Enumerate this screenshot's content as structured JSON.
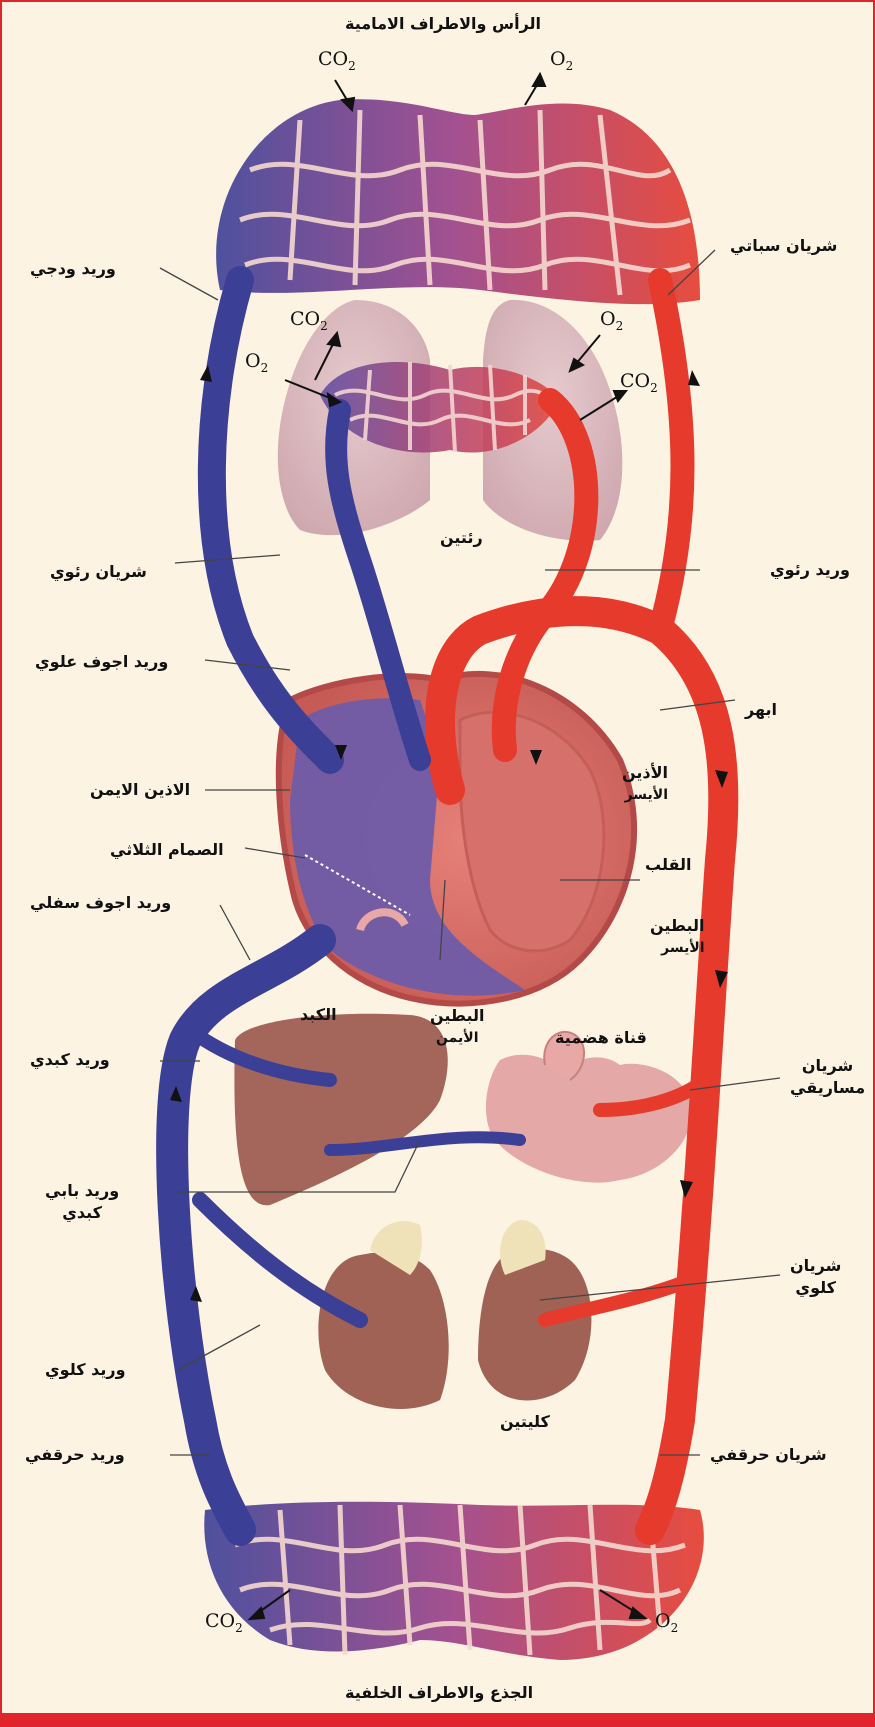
{
  "colors": {
    "oxygenated": "#e53a2c",
    "deoxygenated": "#3b3f96",
    "frame": "#e1242b",
    "background": "#fdf3e3",
    "lung": "#d9b6bd",
    "liver": "#9c5a4e",
    "kidney": "#9a5a4c"
  },
  "labels": {
    "top": "الرأس والاطراف الامامية",
    "bottom": "الجذع والاطراف الخلفية",
    "jugular_vein": "وريد ودجي",
    "carotid_artery": "شريان سباتي",
    "lungs": "رئتين",
    "pulmonary_artery": "شريان رئوي",
    "pulmonary_vein": "وريد رئوي",
    "superior_vena_cava": "وريد اجوف علوي",
    "aorta": "ابهر",
    "right_atrium": "الاذين الايمن",
    "left_atrium_1": "الأذين",
    "left_atrium_2": "الأيسر",
    "tricuspid_valve": "الصمام الثلاثي",
    "heart": "القلب",
    "inferior_vena_cava": "وريد اجوف سفلي",
    "left_ventricle_1": "البطين",
    "left_ventricle_2": "الأيسر",
    "right_ventricle_1": "البطين",
    "right_ventricle_2": "الأيمن",
    "liver": "الكبد",
    "digestive_tract": "قناة هضمية",
    "hepatic_vein": "وريد كبدي",
    "mesenteric_artery_1": "شريان",
    "mesenteric_artery_2": "مساريقي",
    "hepatic_portal_vein_1": "وريد بابي",
    "hepatic_portal_vein_2": "كبدي",
    "renal_artery_1": "شريان",
    "renal_artery_2": "كلوي",
    "renal_vein": "وريد كلوي",
    "kidneys": "كليتين",
    "iliac_vein": "وريد حرقفي",
    "iliac_artery": "شريان حرقفي"
  },
  "gases": {
    "co2_main": "CO",
    "co2_sub": "2",
    "o2_main": "O",
    "o2_sub": "2"
  }
}
